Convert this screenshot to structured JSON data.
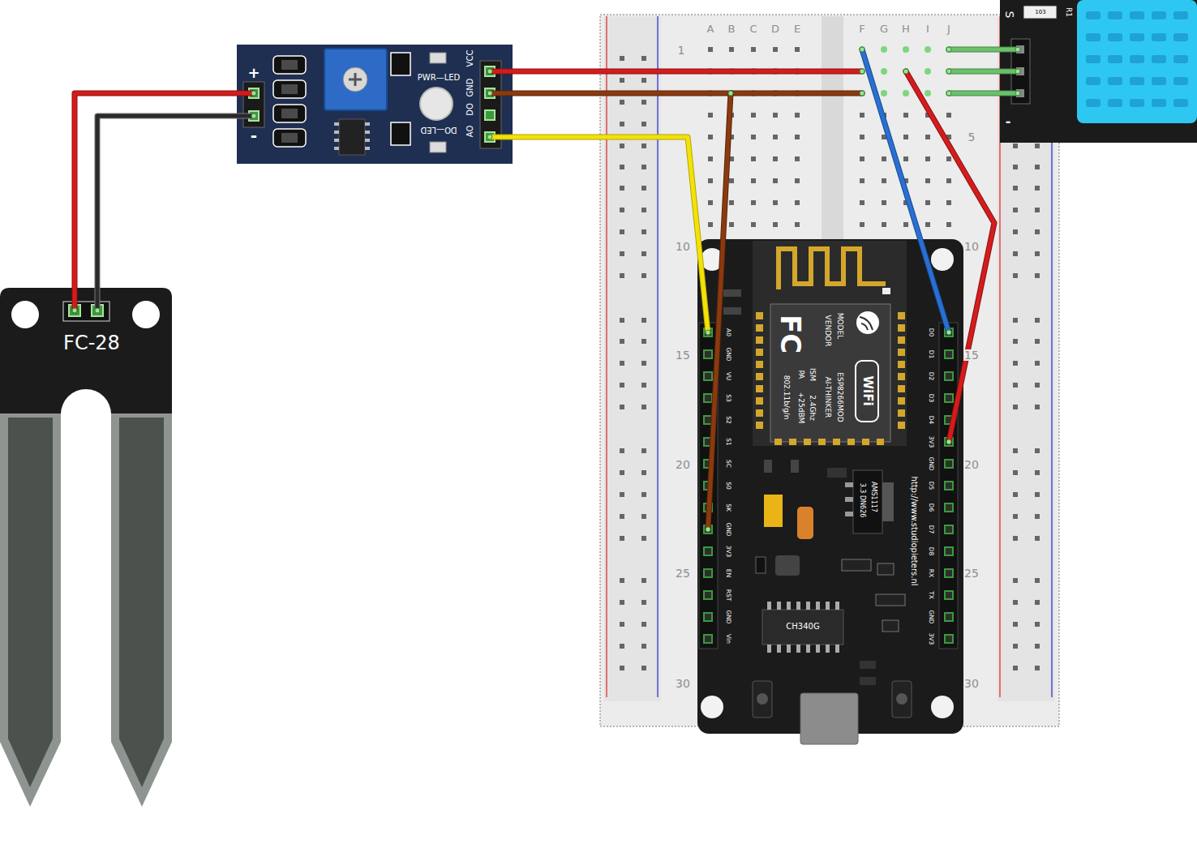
{
  "diagram": {
    "nodes": [
      {
        "text": [
          "FC-28"
        ]
      },
      {
        "text": [
          "+",
          "-",
          "PWR—LED",
          "DO—LED",
          "VCC",
          "GND",
          "DO",
          "AO"
        ]
      },
      {
        "text": [
          "A",
          "B",
          "C",
          "D",
          "E",
          "F",
          "G",
          "H",
          "I",
          "J",
          "1",
          "10",
          "15",
          "20",
          "25",
          "30",
          "5",
          "10",
          "15",
          "20",
          "25",
          "30"
        ]
      },
      {
        "text": [
          "FC",
          "MODEL",
          "VENDOR",
          "ESP8266MOD",
          "AI-THINKER",
          "ISM",
          "2.4Ghz",
          "PA",
          "+25dBM",
          "802.11b/g/n",
          "WiFi",
          "AMS1117",
          "3.3 DN626",
          "http://www.studiopieters.nl",
          "CH340G",
          "A0",
          "GND",
          "VU",
          "S3",
          "S2",
          "S1",
          "SC",
          "S0",
          "SK",
          "GND",
          "3V3",
          "EN",
          "RST",
          "GND",
          "Vin",
          "D0",
          "D1",
          "D2",
          "D3",
          "D4",
          "3V3",
          "GND",
          "D5",
          "D6",
          "D7",
          "D8",
          "RX",
          "TX",
          "GND",
          "3V3"
        ],
        "in": 2
      },
      {
        "text": [
          "S",
          "103",
          "R1",
          "-"
        ]
      }
    ],
    "edges": [
      {
        "from": 0,
        "to": 1,
        "arrow": "none"
      },
      {
        "from": 0,
        "to": 1,
        "arrow": "none"
      },
      {
        "from": 1,
        "to": 2,
        "arrow": "none"
      },
      {
        "from": 1,
        "to": 2,
        "arrow": "none"
      },
      {
        "from": 1,
        "to": 3,
        "arrow": "none"
      },
      {
        "from": 2,
        "to": 3,
        "arrow": "none"
      },
      {
        "from": 2,
        "to": 3,
        "arrow": "none"
      },
      {
        "from": 2,
        "to": 3,
        "arrow": "none"
      },
      {
        "from": 4,
        "to": 2,
        "arrow": "none"
      },
      {
        "from": 4,
        "to": 2,
        "arrow": "none"
      },
      {
        "from": 4,
        "to": 2,
        "arrow": "none"
      }
    ]
  }
}
